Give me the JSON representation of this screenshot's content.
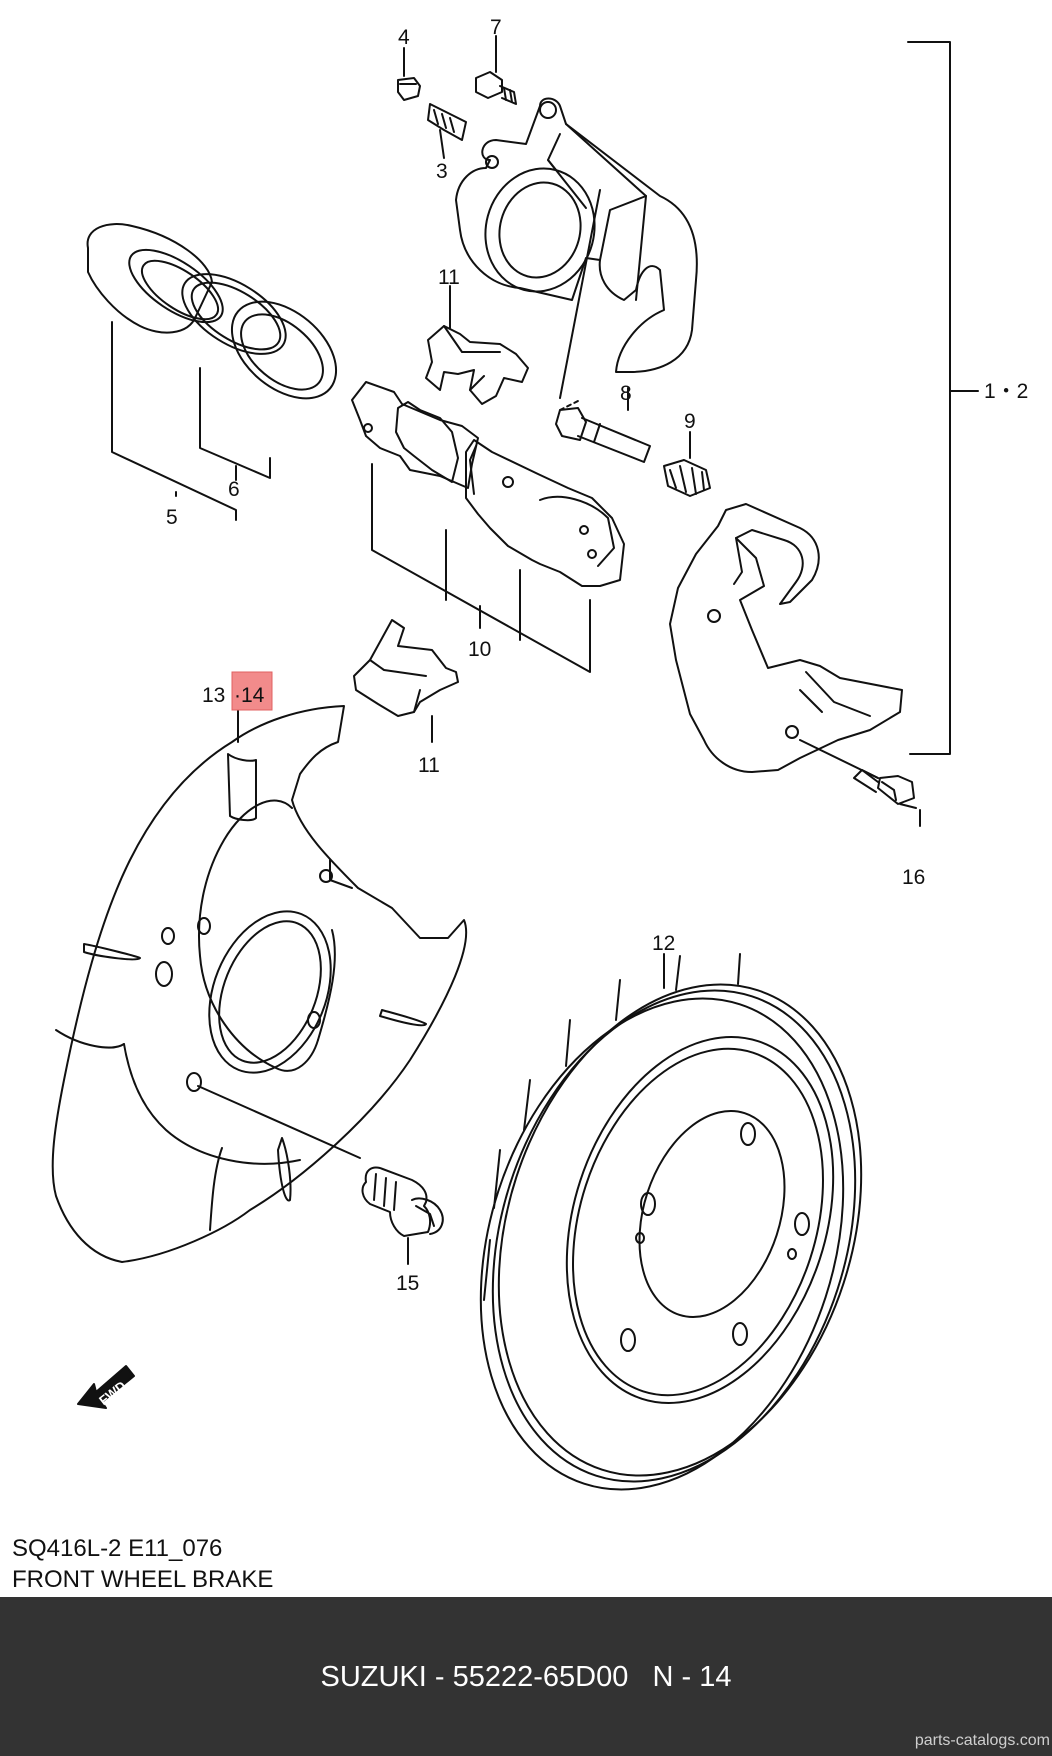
{
  "diagram": {
    "callouts": {
      "c1_2": "1・2",
      "c3": "3",
      "c4": "4",
      "c5": "5",
      "c6": "6",
      "c7": "7",
      "c8": "8",
      "c9": "9",
      "c10": "10",
      "c11_top": "11",
      "c11_bottom": "11",
      "c12": "12",
      "c13": "13",
      "c14": "·14",
      "c15": "15",
      "c16": "16"
    },
    "fwd_label": "FWD",
    "highlight_color": "#f28b8b",
    "line_color": "#111111"
  },
  "caption": {
    "code": "SQ416L-2 E11_076",
    "title": "FRONT WHEEL BRAKE"
  },
  "footer": {
    "text": "SUZUKI - 55222-65D00   N - 14",
    "site": "parts-catalogs.com",
    "background": "#333333"
  }
}
